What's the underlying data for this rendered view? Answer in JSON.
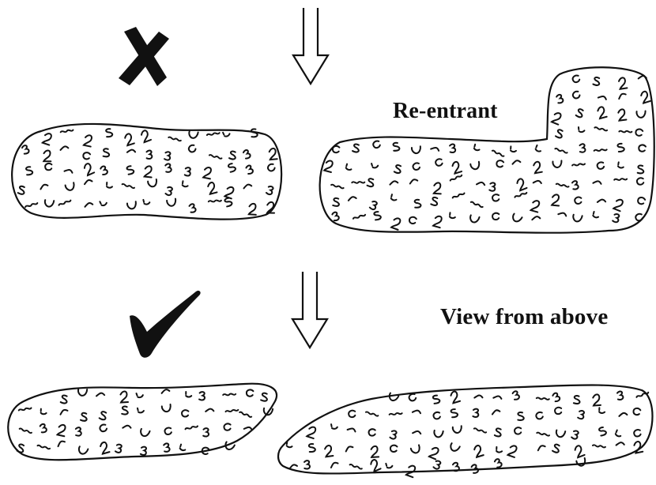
{
  "labels": {
    "reentrant": "Re-entrant",
    "view_from_above": "View from above"
  },
  "rows": [
    {
      "row": "top",
      "verdict": "incorrect",
      "verdict_icon": "cross-mark-icon"
    },
    {
      "row": "bottom",
      "verdict": "correct",
      "verdict_icon": "check-mark-icon"
    }
  ],
  "icons": [
    "cross-mark-icon",
    "check-mark-icon",
    "down-arrow-icon",
    "texture-squiggle-icon"
  ],
  "colors": {
    "ink": "#111111",
    "background": "#ffffff"
  }
}
